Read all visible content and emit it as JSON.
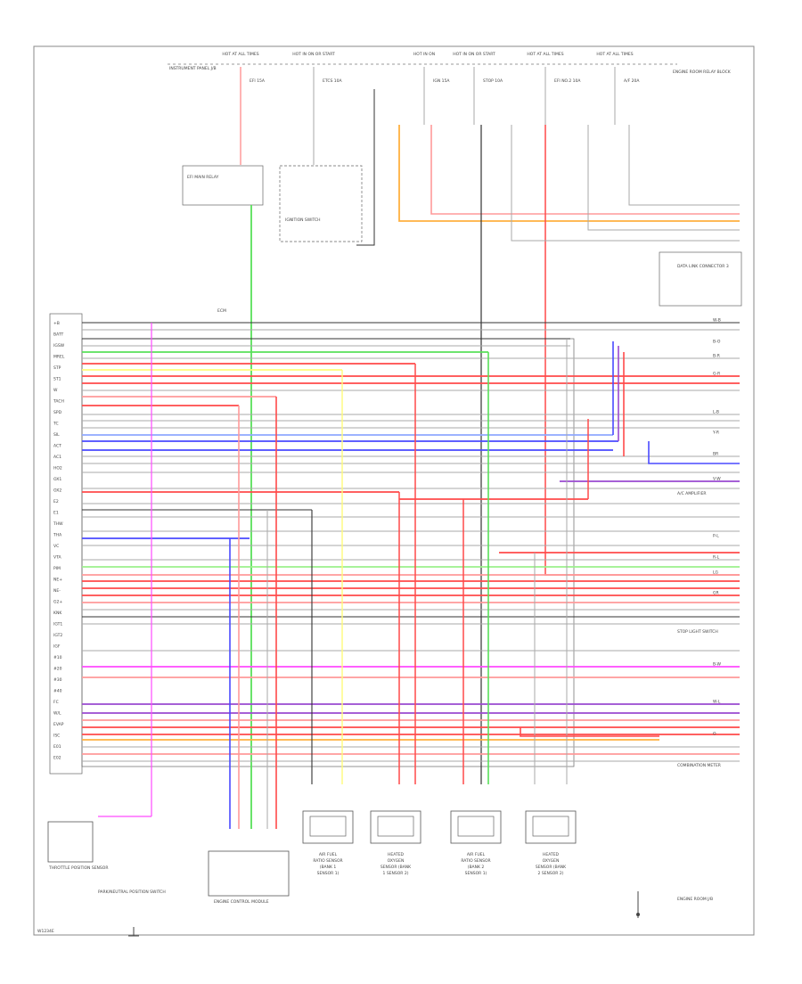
{
  "diagram": {
    "footer_code": "W1234E",
    "wire_colors": {
      "red": "#ff4a4a",
      "pink": "#ff9a9a",
      "green": "#58e05a",
      "ltgreen": "#9cf08c",
      "yellow": "#fffb7a",
      "blue": "#4a4aff",
      "ltblue": "#8fa8ff",
      "violet": "#9a4ad0",
      "magenta": "#ff4aff",
      "orange": "#ffb040",
      "gray": "#aaaaaa",
      "black": "#333333",
      "white": "#dddddd"
    },
    "top_labels": [
      "HOT AT ALL TIMES",
      "HOT IN ON OR START",
      "HOT IN ON",
      "HOT IN ON OR START",
      "HOT AT ALL TIMES",
      "HOT AT ALL TIMES"
    ],
    "fuses": [
      "EFI 15A",
      "ETCS 10A",
      "IGN 15A",
      "STOP 10A",
      "EFI NO.2 10A",
      "A/F 20A"
    ],
    "left_top_label": "INSTRUMENT PANEL J/B",
    "right_top_label": "ENGINE ROOM RELAY BLOCK",
    "relay_label": "EFI MAIN RELAY",
    "ignition_label": "IGNITION SWITCH",
    "ecm_label": "ECM",
    "sensor_labels": [
      "AIR FUEL RATIO SENSOR (BANK 1 SENSOR 1)",
      "HEATED OXYGEN SENSOR (BANK 1 SENSOR 2)",
      "AIR FUEL RATIO SENSOR (BANK 2 SENSOR 1)",
      "HEATED OXYGEN SENSOR (BANK 2 SENSOR 2)"
    ],
    "bottom_left_labels": [
      "THROTTLE POSITION SENSOR",
      "ENGINE CONTROL MODULE",
      "PARK/NEUTRAL POSITION SWITCH"
    ],
    "right_labels": [
      "DATA LINK CONNECTOR 3",
      "A/C AMPLIFIER",
      "STOP LIGHT SWITCH",
      "COMBINATION METER",
      "ENGINE ROOM J/B"
    ],
    "pin_labels": [
      "+B",
      "BATT",
      "IGSW",
      "MREL",
      "STP",
      "ST1",
      "W",
      "TACH",
      "SPD",
      "TC",
      "SIL",
      "ACT",
      "AC1",
      "HO2",
      "OX1",
      "OX2",
      "E2",
      "E1",
      "THW",
      "THA",
      "VC",
      "VTA",
      "PIM",
      "NE+",
      "NE-",
      "G2+",
      "KNK",
      "IGT1",
      "IGT2",
      "IGF",
      "#10",
      "#20",
      "#30",
      "#40",
      "FC",
      "W/L",
      "EVAP",
      "ISC",
      "E01",
      "E02"
    ],
    "wire_codes": [
      "W-B",
      "B-O",
      "B-R",
      "G-R",
      "L-B",
      "Y-R",
      "BR",
      "V-W",
      "P-L",
      "R-L",
      "LG",
      "GR",
      "B-W",
      "W-L",
      "O"
    ]
  }
}
